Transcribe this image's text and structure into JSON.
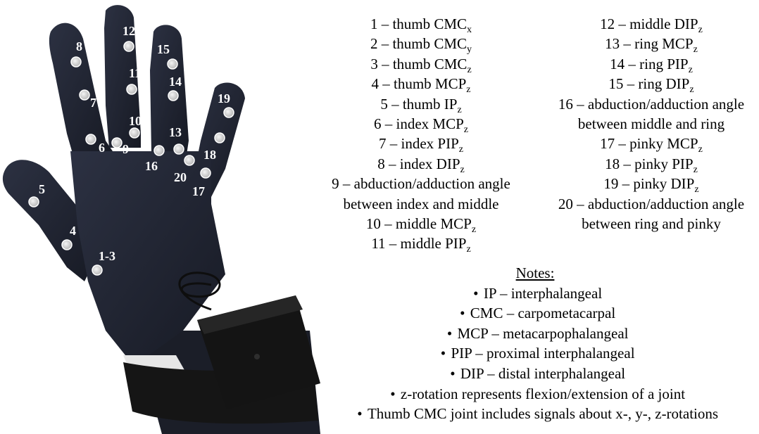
{
  "joint_markers": [
    {
      "id": "marker-1-3",
      "label": "1-3"
    },
    {
      "id": "marker-4",
      "label": "4"
    },
    {
      "id": "marker-5",
      "label": "5"
    },
    {
      "id": "marker-6",
      "label": "6"
    },
    {
      "id": "marker-7",
      "label": "7"
    },
    {
      "id": "marker-8",
      "label": "8"
    },
    {
      "id": "marker-9",
      "label": "9"
    },
    {
      "id": "marker-10",
      "label": "10"
    },
    {
      "id": "marker-11",
      "label": "11"
    },
    {
      "id": "marker-12",
      "label": "12"
    },
    {
      "id": "marker-13",
      "label": "13"
    },
    {
      "id": "marker-14",
      "label": "14"
    },
    {
      "id": "marker-15",
      "label": "15"
    },
    {
      "id": "marker-16",
      "label": "16"
    },
    {
      "id": "marker-17",
      "label": "17"
    },
    {
      "id": "marker-18",
      "label": "18"
    },
    {
      "id": "marker-19",
      "label": "19"
    },
    {
      "id": "marker-20",
      "label": "20"
    }
  ],
  "legend_left": [
    {
      "text": "1 – thumb CMC",
      "sub": "x"
    },
    {
      "text": "2 – thumb CMC",
      "sub": "y"
    },
    {
      "text": "3 – thumb CMC",
      "sub": "z"
    },
    {
      "text": "4 – thumb MCP",
      "sub": "z"
    },
    {
      "text": "5 – thumb IP",
      "sub": "z"
    },
    {
      "text": "6 – index MCP",
      "sub": "z"
    },
    {
      "text": "7 – index PIP",
      "sub": "z"
    },
    {
      "text": "8 – index DIP",
      "sub": "z"
    },
    {
      "text": "9 – abduction/adduction angle",
      "sub": ""
    },
    {
      "text": "between index and middle",
      "sub": ""
    },
    {
      "text": "10 – middle MCP",
      "sub": "z"
    },
    {
      "text": "11 – middle PIP",
      "sub": "z"
    }
  ],
  "legend_right": [
    {
      "text": "12 – middle DIP",
      "sub": "z"
    },
    {
      "text": "13 – ring MCP",
      "sub": "z"
    },
    {
      "text": "14 – ring PIP",
      "sub": "z"
    },
    {
      "text": "15 – ring DIP",
      "sub": "z"
    },
    {
      "text": "16 – abduction/adduction angle",
      "sub": ""
    },
    {
      "text": "between middle and ring",
      "sub": ""
    },
    {
      "text": "17 – pinky MCP",
      "sub": "z"
    },
    {
      "text": "18 – pinky PIP",
      "sub": "z"
    },
    {
      "text": "19 – pinky DIP",
      "sub": "z"
    },
    {
      "text": "20 – abduction/adduction angle",
      "sub": ""
    },
    {
      "text": "between ring and pinky",
      "sub": ""
    }
  ],
  "notes": {
    "title": "Notes:",
    "bullet": "•",
    "items": [
      "IP – interphalangeal",
      "CMC – carpometacarpal",
      "MCP – metacarpophalangeal",
      "PIP – proximal interphalangeal",
      "DIP – distal interphalangeal",
      "z-rotation represents flexion/extension of a joint",
      "Thumb CMC joint includes signals about x-, y-, z-rotations"
    ]
  },
  "colors": {
    "glove": "#1e2230",
    "glove_highlight": "#2c3142",
    "strap": "#151515",
    "sensor_box": "#131313",
    "marker_fill": "#d9d9d9",
    "marker_stroke": "#ffffff"
  }
}
